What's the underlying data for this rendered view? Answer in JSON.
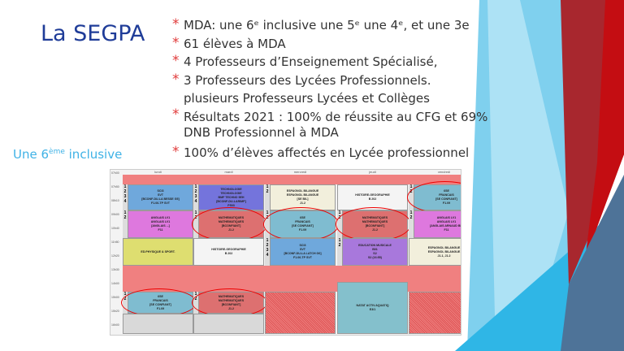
{
  "slide": {
    "title": "La SEGPA",
    "subtitle_prefix": "Une 6",
    "subtitle_sup": "ème",
    "subtitle_suffix": " inclusive",
    "bullets": [
      {
        "star": "*",
        "text": "MDA: une 6ᵉ inclusive une 5ᵉ une 4ᵉ, et une 3e"
      },
      {
        "star": "*",
        "text": " 61 élèves à MDA"
      },
      {
        "star": "*",
        "text": " 4 Professeurs d’Enseignement Spécialisé,"
      },
      {
        "star": "*",
        "text": " 3 Professeurs des Lycées Professionnels."
      },
      {
        "star": "",
        "text": " plusieurs Professeurs Lycées et Collèges"
      },
      {
        "star": "*",
        "text": "Résultats 2021 : 100% de réussite au CFG et 69% DNB Professionnel à MDA"
      },
      {
        "star": "*",
        "text": "100% d’élèves affectés en Lycée professionnel"
      }
    ]
  },
  "timetable": {
    "days": [
      "lundi",
      "mardi",
      "mercredi",
      "jeudi",
      "vendredi"
    ],
    "times": [
      "07h00",
      "07h50",
      "08h10",
      "09h00",
      "10h40",
      "11h50",
      "12h20",
      "13h30",
      "14h00",
      "15h00",
      "15h20",
      "16h00"
    ],
    "cells": [
      {
        "day": 0,
        "slot": 0,
        "color": "#6fa8dc",
        "lines": [
          "SCI3",
          "SVT",
          "[BCONF-DU-LA BESSE G5]",
          "F1.06-TP SVT"
        ],
        "nums": "1 2 3 4"
      },
      {
        "day": 0,
        "slot": 1,
        "color": "#de78de",
        "lines": [
          "ANGLAIS LV1",
          "ANGLAIS LV1",
          "[ANGLAIS ...]",
          "F11"
        ],
        "nums": "1 2"
      },
      {
        "day": 0,
        "slot": 2,
        "color": "#dede70",
        "lines": [
          "ED.PHYSIQUE & SPORT."
        ]
      },
      {
        "day": 0,
        "slot": 3,
        "color": "#7fbcd0",
        "lines": [
          "6SE",
          "FRANCAIS",
          "[SE CONFIANT]",
          "F1.09"
        ],
        "nums": "1 2",
        "ring": true
      },
      {
        "day": 0,
        "slot": 4,
        "color": "#d9d9d9",
        "lines": [
          ""
        ]
      },
      {
        "day": 1,
        "slot": 0,
        "color": "#7474dc",
        "lines": [
          "TECHNOLOGIE",
          "TECHNOLOGIE",
          "BMF TECHNO 5EH",
          "[BCONF-DU-LARIMP]",
          "P503"
        ],
        "nums": "1 2 3 4"
      },
      {
        "day": 1,
        "slot": 1,
        "color": "#dd7070",
        "lines": [
          "MATHEMATIQUES",
          "MATHEMATIQUES",
          "[BCONFIANT]",
          "J1.2"
        ],
        "nums": "1 2",
        "ring": true
      },
      {
        "day": 1,
        "slot": 2,
        "color": "#f4f4f4",
        "lines": [
          "HISTOIRE-GEOGRAPHIE",
          "B 202"
        ]
      },
      {
        "day": 1,
        "slot": 3,
        "color": "#dd7070",
        "lines": [
          "MATHEMATIQUES",
          "MATHEMATIQUES",
          "[BCONFIANT]",
          "J1.2"
        ],
        "nums": "1 2",
        "ring": true
      },
      {
        "day": 1,
        "slot": 4,
        "color": "#d9d9d9",
        "lines": [
          ""
        ]
      },
      {
        "day": 2,
        "slot": 0,
        "color": "#f2efdc",
        "lines": [
          "ESPAGNOL BILANGUE",
          "ESPAGNOL BILANGUE",
          "[SE BIL]",
          "J1.2"
        ],
        "nums": "1 2"
      },
      {
        "day": 2,
        "slot": 1,
        "color": "#7fbcd0",
        "lines": [
          "6SE",
          "FRANCAIS",
          "[SE CONFIANT]",
          "F1.09"
        ],
        "nums": "1 2",
        "ring": true
      },
      {
        "day": 2,
        "slot": 2,
        "color": "#6fa8dc",
        "lines": [
          "SCI3",
          "SVT",
          "[BCONF-DU-LA LATCH G6]",
          "F1.06-TP SVT"
        ],
        "nums": "1 2 3 4"
      },
      {
        "day": 2,
        "slot": 3,
        "hatch": true,
        "span": 2,
        "color": "#f08080",
        "lines": [
          ""
        ]
      },
      {
        "day": 3,
        "slot": 0,
        "color": "#f4f4f4",
        "lines": [
          "HISTOIRE-GEOGRAPHIE",
          "B 202"
        ]
      },
      {
        "day": 3,
        "slot": 1,
        "color": "#dd7070",
        "lines": [
          "MATHEMATIQUES",
          "MATHEMATIQUES",
          "[BCONFIANT]",
          "J1.2"
        ],
        "nums": "1 2",
        "ring": true
      },
      {
        "day": 3,
        "slot": 2,
        "color": "#a878dc",
        "lines": [
          "EDUCATION MUSICALE",
          "B01",
          "S2",
          "S2 (16:55)"
        ],
        "nums": "1 2"
      },
      {
        "day": 3,
        "slot": 3,
        "color": "#84c0cc",
        "span": 2,
        "tall": true,
        "lines": [
          "NATAT ACTIV.AQUATIQ",
          "E3/1"
        ]
      },
      {
        "day": 4,
        "slot": 0,
        "color": "#7fbcd0",
        "lines": [
          "6SE",
          "FRANCAIS",
          "[SE CONFIANT]",
          "F1.09"
        ],
        "nums": "1 2",
        "ring": true
      },
      {
        "day": 4,
        "slot": 1,
        "color": "#de78de",
        "lines": [
          "ANGLAIS LV1",
          "ANGLAIS LV1",
          "[ANGLAIS ARNAUD BL]",
          "F11"
        ],
        "nums": "1 2"
      },
      {
        "day": 4,
        "slot": 2,
        "color": "#f2efdc",
        "lines": [
          "ESPAGNOL BILANGUE",
          "ESPAGNOL BILANGUE",
          "J1.1, J1.2"
        ]
      },
      {
        "day": 4,
        "slot": 3,
        "hatch": true,
        "span": 2,
        "color": "#f08080",
        "lines": [
          ""
        ]
      }
    ]
  },
  "colors": {
    "title": "#1f3c98",
    "subtitle": "#3fb2e6",
    "star": "#e03a3a",
    "lunch": "#f08080",
    "ring": "#ee0000"
  }
}
